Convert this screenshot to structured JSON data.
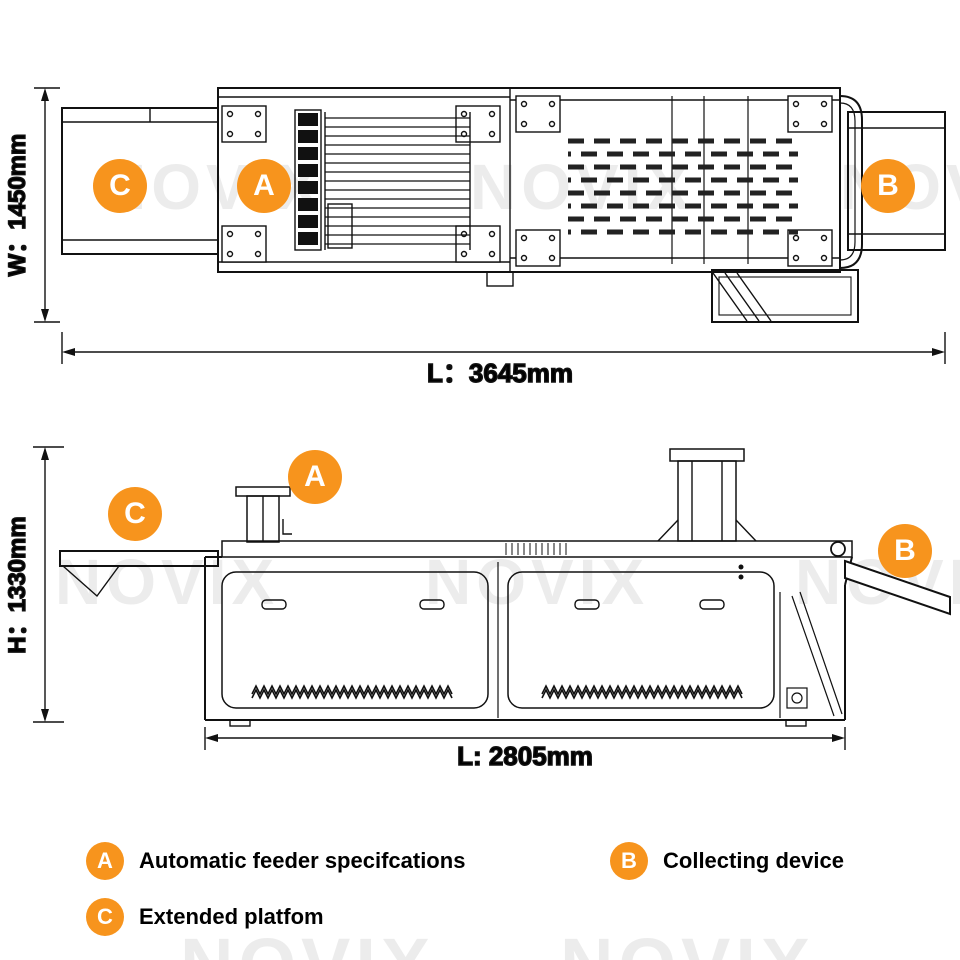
{
  "colors": {
    "accent": "#F7941D"
  },
  "watermark": {
    "text": "NOVIX"
  },
  "top_view": {
    "width_label": "W：1450mm",
    "length_label": "L：3645mm",
    "callout_a": "A",
    "callout_b": "B",
    "callout_c": "C"
  },
  "side_view": {
    "height_label": "H：1330mm",
    "length_label": "L: 2805mm",
    "callout_a": "A",
    "callout_b": "B",
    "callout_c": "C"
  },
  "legend": {
    "items": [
      {
        "letter": "A",
        "label": "Automatic feeder specifcations"
      },
      {
        "letter": "B",
        "label": "Collecting device"
      },
      {
        "letter": "C",
        "label": "Extended platfom"
      }
    ]
  }
}
